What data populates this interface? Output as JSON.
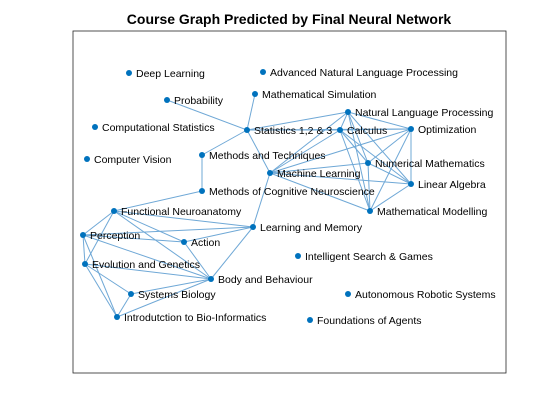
{
  "figure": {
    "title": "Course Graph Predicted by Final Neural Network",
    "colors": {
      "node": "#0072bd",
      "edge": "#6fa8d6",
      "axes": "#262626",
      "background": "#ffffff"
    }
  },
  "graph": {
    "nodes": [
      {
        "id": "deep_learning",
        "label": "Deep Learning"
      },
      {
        "id": "adv_nlp",
        "label": "Advanced Natural Language Processing"
      },
      {
        "id": "probability",
        "label": "Probability"
      },
      {
        "id": "math_sim",
        "label": "Mathematical Simulation"
      },
      {
        "id": "nlp",
        "label": "Natural Language Processing"
      },
      {
        "id": "comp_stats",
        "label": "Computational Statistics"
      },
      {
        "id": "stats123",
        "label": "Statistics 1,2 & 3"
      },
      {
        "id": "calculus",
        "label": "Calculus"
      },
      {
        "id": "optimization",
        "label": "Optimization"
      },
      {
        "id": "computer_vision",
        "label": "Computer Vision"
      },
      {
        "id": "methods_tech",
        "label": "Methods and Techniques"
      },
      {
        "id": "num_math",
        "label": "Numerical Mathematics"
      },
      {
        "id": "machine_learning",
        "label": "Machine Learning"
      },
      {
        "id": "linear_algebra",
        "label": "Linear Algebra"
      },
      {
        "id": "methods_cog",
        "label": "Methods of Cognitive Neuroscience"
      },
      {
        "id": "math_model",
        "label": "Mathematical Modelling"
      },
      {
        "id": "func_neuro",
        "label": "Functional Neuroanatomy"
      },
      {
        "id": "learning_memory",
        "label": "Learning and Memory"
      },
      {
        "id": "perception",
        "label": "Perception"
      },
      {
        "id": "action",
        "label": "Action"
      },
      {
        "id": "intelligent_search",
        "label": "Intelligent Search & Games"
      },
      {
        "id": "evolution_genetics",
        "label": "Evolution and Genetics"
      },
      {
        "id": "body_behaviour",
        "label": "Body and Behaviour"
      },
      {
        "id": "systems_biology",
        "label": "Systems Biology"
      },
      {
        "id": "autonomous_robotic",
        "label": "Autonomous Robotic Systems"
      },
      {
        "id": "intro_bioinf",
        "label": "Introdutction to Bio-Informatics"
      },
      {
        "id": "foundations_agents",
        "label": "Foundations of Agents"
      }
    ],
    "edges": [
      [
        "probability",
        "stats123"
      ],
      [
        "math_sim",
        "stats123"
      ],
      [
        "stats123",
        "methods_tech"
      ],
      [
        "stats123",
        "nlp"
      ],
      [
        "stats123",
        "calculus"
      ],
      [
        "stats123",
        "machine_learning"
      ],
      [
        "stats123",
        "optimization"
      ],
      [
        "methods_tech",
        "methods_cog"
      ],
      [
        "methods_cog",
        "func_neuro"
      ],
      [
        "nlp",
        "calculus"
      ],
      [
        "nlp",
        "optimization"
      ],
      [
        "nlp",
        "machine_learning"
      ],
      [
        "nlp",
        "num_math"
      ],
      [
        "nlp",
        "linear_algebra"
      ],
      [
        "nlp",
        "math_model"
      ],
      [
        "calculus",
        "optimization"
      ],
      [
        "calculus",
        "machine_learning"
      ],
      [
        "calculus",
        "num_math"
      ],
      [
        "calculus",
        "linear_algebra"
      ],
      [
        "calculus",
        "math_model"
      ],
      [
        "optimization",
        "machine_learning"
      ],
      [
        "optimization",
        "num_math"
      ],
      [
        "optimization",
        "linear_algebra"
      ],
      [
        "optimization",
        "math_model"
      ],
      [
        "machine_learning",
        "num_math"
      ],
      [
        "machine_learning",
        "linear_algebra"
      ],
      [
        "machine_learning",
        "math_model"
      ],
      [
        "machine_learning",
        "learning_memory"
      ],
      [
        "num_math",
        "linear_algebra"
      ],
      [
        "num_math",
        "math_model"
      ],
      [
        "linear_algebra",
        "math_model"
      ],
      [
        "func_neuro",
        "perception"
      ],
      [
        "func_neuro",
        "action"
      ],
      [
        "func_neuro",
        "body_behaviour"
      ],
      [
        "func_neuro",
        "evolution_genetics"
      ],
      [
        "func_neuro",
        "learning_memory"
      ],
      [
        "perception",
        "action"
      ],
      [
        "perception",
        "evolution_genetics"
      ],
      [
        "perception",
        "body_behaviour"
      ],
      [
        "perception",
        "learning_memory"
      ],
      [
        "perception",
        "intro_bioinf"
      ],
      [
        "action",
        "learning_memory"
      ],
      [
        "action",
        "body_behaviour"
      ],
      [
        "evolution_genetics",
        "body_behaviour"
      ],
      [
        "evolution_genetics",
        "systems_biology"
      ],
      [
        "evolution_genetics",
        "intro_bioinf"
      ],
      [
        "body_behaviour",
        "learning_memory"
      ],
      [
        "body_behaviour",
        "systems_biology"
      ],
      [
        "body_behaviour",
        "intro_bioinf"
      ],
      [
        "systems_biology",
        "intro_bioinf"
      ]
    ]
  }
}
